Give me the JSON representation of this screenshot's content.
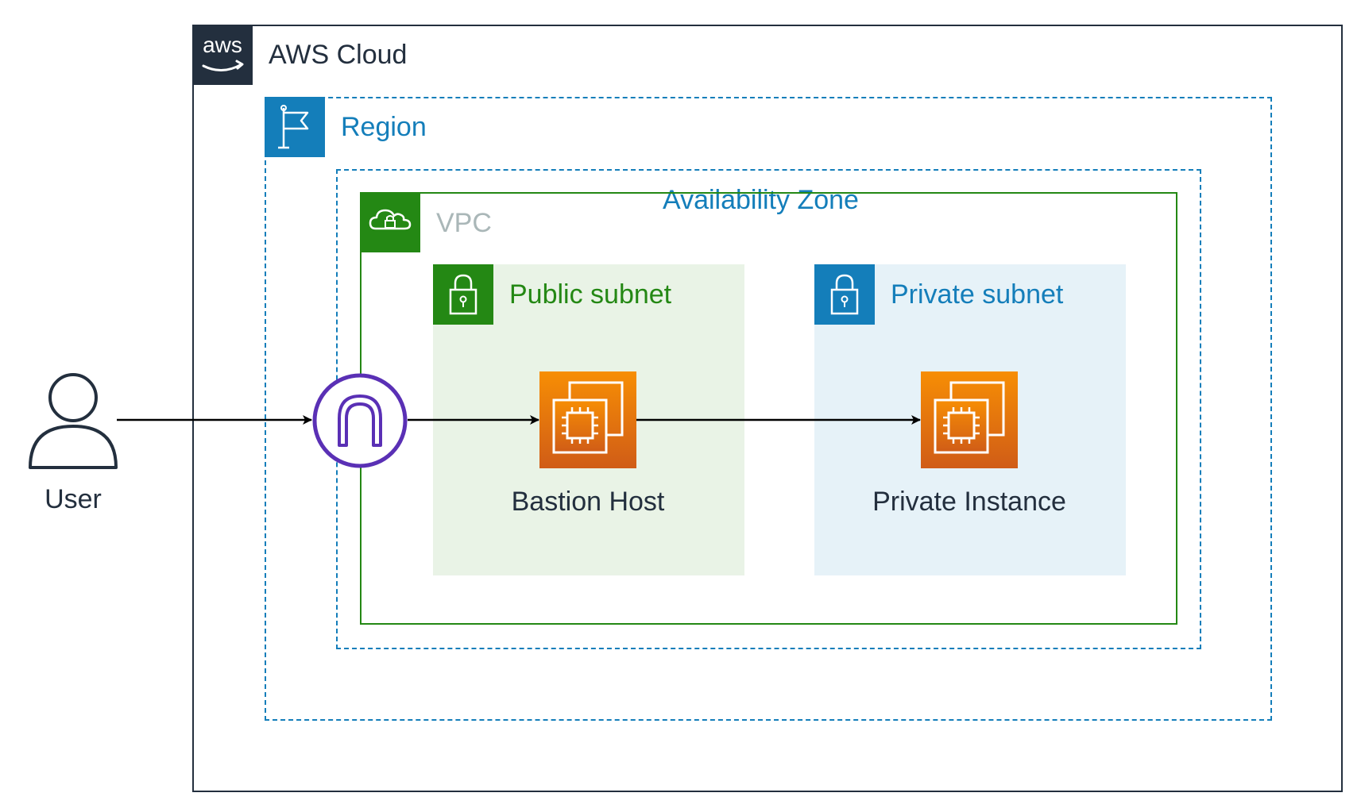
{
  "groups": {
    "aws_cloud": {
      "label": "AWS Cloud",
      "logo_text": "aws",
      "color": "#232f3e"
    },
    "region": {
      "label": "Region",
      "color": "#147eba"
    },
    "availability_zone": {
      "label": "Availability Zone",
      "color": "#147eba"
    },
    "vpc": {
      "label": "VPC",
      "color": "#248814",
      "label_color": "#aab7b8"
    },
    "public_subnet": {
      "label": "Public subnet",
      "color": "#248814",
      "fill": "#e9f3e6"
    },
    "private_subnet": {
      "label": "Private subnet",
      "color": "#147eba",
      "fill": "#e6f2f8"
    }
  },
  "nodes": {
    "user": {
      "label": "User",
      "icon": "user-icon"
    },
    "internet_gateway": {
      "icon": "internet-gateway-icon",
      "color": "#5a30b5"
    },
    "bastion_host": {
      "label": "Bastion Host",
      "icon": "ec2-instance-icon"
    },
    "private_instance": {
      "label": "Private Instance",
      "icon": "ec2-instance-icon"
    }
  },
  "edges": [
    {
      "from": "user",
      "to": "internet_gateway"
    },
    {
      "from": "internet_gateway",
      "to": "bastion_host"
    },
    {
      "from": "bastion_host",
      "to": "private_instance"
    }
  ],
  "colors": {
    "ec2_top": "#f78e04",
    "ec2_bottom": "#d05c17",
    "arrow": "#000000"
  }
}
